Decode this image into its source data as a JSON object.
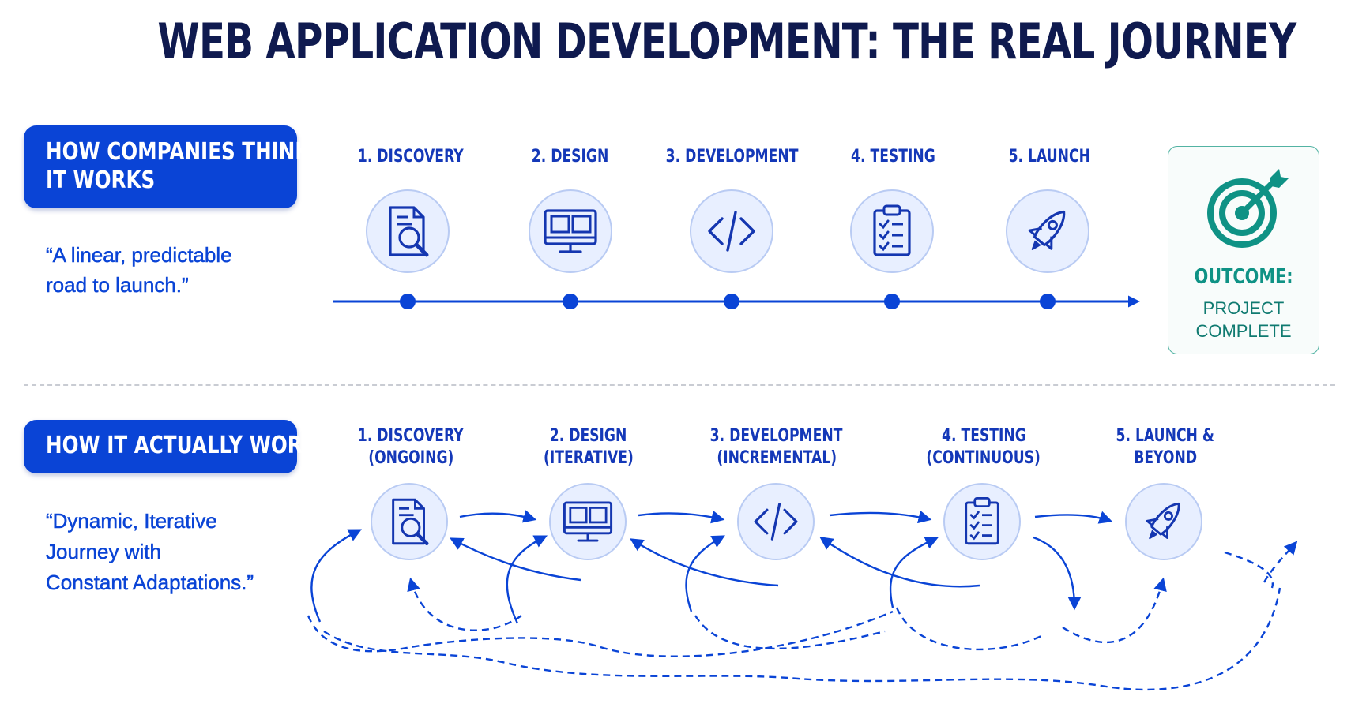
{
  "title": "WEB APPLICATION DEVELOPMENT: THE REAL JOURNEY",
  "colors": {
    "primary": "#0a44d6",
    "dark_navy": "#0f1a4f",
    "icon_circle_fill": "#e8efff",
    "icon_circle_stroke": "#b9cbf3",
    "outcome_teal": "#0f9285"
  },
  "expectation": {
    "heading_lines": [
      "HOW COMPANIES THINK",
      "IT WORKS"
    ],
    "quote_lines": [
      "“A linear, predictable",
      "road to launch.”"
    ],
    "steps": [
      {
        "label_lines": [
          "1. DISCOVERY"
        ],
        "icon": "document-search-icon"
      },
      {
        "label_lines": [
          "2. DESIGN"
        ],
        "icon": "monitor-layout-icon"
      },
      {
        "label_lines": [
          "3. DEVELOPMENT"
        ],
        "icon": "code-brackets-icon"
      },
      {
        "label_lines": [
          "4. TESTING"
        ],
        "icon": "clipboard-checklist-icon"
      },
      {
        "label_lines": [
          "5. LAUNCH"
        ],
        "icon": "rocket-icon"
      }
    ],
    "outcome": {
      "label": "OUTCOME:",
      "value_lines": [
        "PROJECT",
        "COMPLETE"
      ],
      "icon": "target-arrow-icon"
    }
  },
  "reality": {
    "heading": "HOW IT ACTUALLY WORKS",
    "quote_lines": [
      "“Dynamic, Iterative",
      "Journey with",
      "Constant Adaptations.”"
    ],
    "steps": [
      {
        "label_lines": [
          "1. DISCOVERY",
          "(ONGOING)"
        ],
        "icon": "document-search-icon"
      },
      {
        "label_lines": [
          "2. DESIGN",
          "(ITERATIVE)"
        ],
        "icon": "monitor-layout-icon"
      },
      {
        "label_lines": [
          "3. DEVELOPMENT",
          "(INCREMENTAL)"
        ],
        "icon": "code-brackets-icon"
      },
      {
        "label_lines": [
          "4. TESTING",
          "(CONTINUOUS)"
        ],
        "icon": "clipboard-checklist-icon"
      },
      {
        "label_lines": [
          "5. LAUNCH &",
          "BEYOND"
        ],
        "icon": "rocket-icon"
      }
    ]
  }
}
